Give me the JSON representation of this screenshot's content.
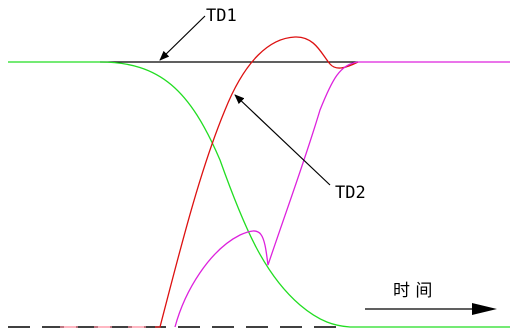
{
  "labels": {
    "td1": "TD1",
    "td2": "TD2",
    "time": "时 间"
  },
  "colors": {
    "green": "#22dd22",
    "red": "#dd1111",
    "magenta": "#dd22dd",
    "black": "#000000",
    "dash_pink": "#ff8899"
  }
}
